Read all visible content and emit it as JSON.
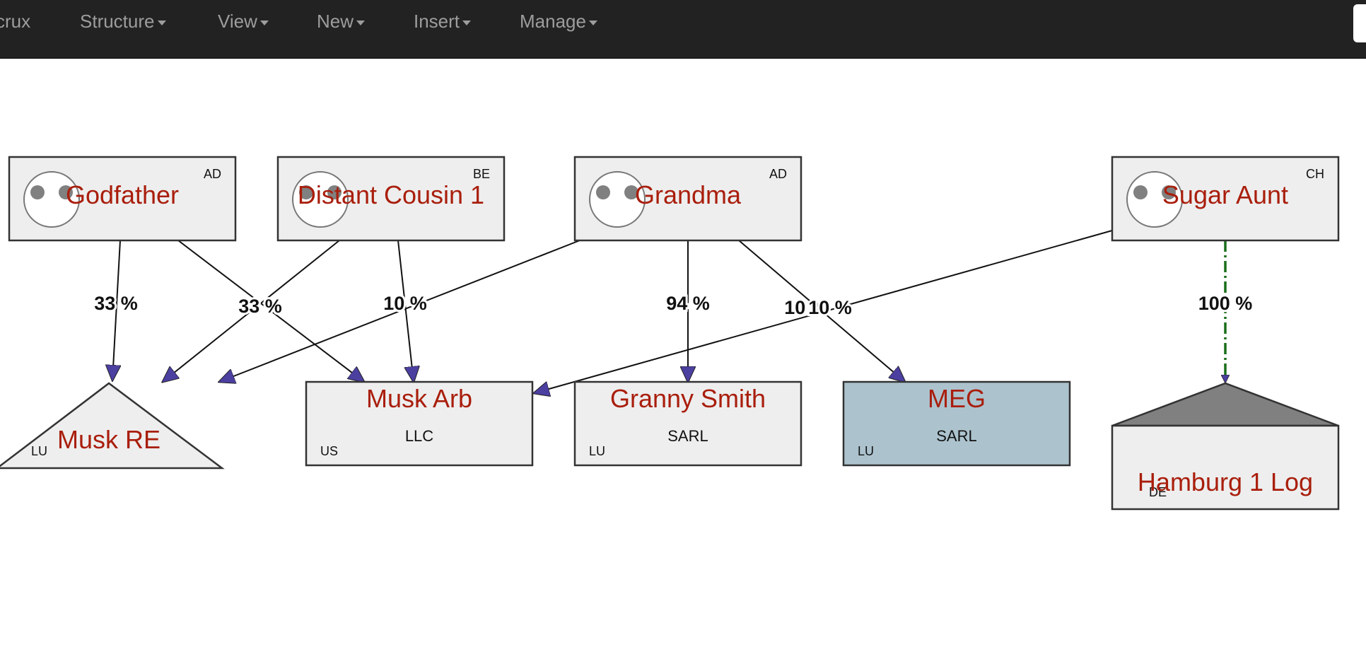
{
  "navbar": {
    "brand": "crux",
    "menus": [
      {
        "id": "structure",
        "label": "Structure"
      },
      {
        "id": "view",
        "label": "View"
      },
      {
        "id": "new",
        "label": "New"
      },
      {
        "id": "insert",
        "label": "Insert"
      },
      {
        "id": "manage",
        "label": "Manage"
      }
    ]
  },
  "diagram": {
    "colors": {
      "node_fill": "#eeeeee",
      "node_border": "#333333",
      "name_text": "#a91e0c",
      "highlight_fill": "#acc3ce",
      "arrow_fill": "#4b3fa0",
      "dashed_edge": "#1a6e1a",
      "trust_roof": "#808080"
    },
    "persons": [
      {
        "id": "godfather",
        "name": "Godfather",
        "country": "AD",
        "icon": "person-icon"
      },
      {
        "id": "distant-cousin-1",
        "name": "Distant Cousin 1",
        "country": "BE",
        "icon": "person-icon"
      },
      {
        "id": "grandma",
        "name": "Grandma",
        "country": "AD",
        "icon": "person-icon"
      },
      {
        "id": "sugar-aunt",
        "name": "Sugar Aunt",
        "country": "CH",
        "icon": "person-icon"
      }
    ],
    "entities": [
      {
        "id": "musk-re",
        "name": "Musk RE",
        "country": "LU",
        "type": "",
        "shape": "triangle"
      },
      {
        "id": "musk-arb",
        "name": "Musk Arb",
        "country": "US",
        "type": "LLC",
        "shape": "rect"
      },
      {
        "id": "granny-smith",
        "name": "Granny Smith",
        "country": "LU",
        "type": "SARL",
        "shape": "rect"
      },
      {
        "id": "meg",
        "name": "MEG",
        "country": "LU",
        "type": "SARL",
        "shape": "rect-highlight"
      },
      {
        "id": "hamburg-1-log",
        "name": "Hamburg 1 Log",
        "country": "DE",
        "type": "",
        "shape": "house"
      }
    ],
    "edges": [
      {
        "from": "godfather",
        "to": "musk-re",
        "label": "33 %",
        "style": "solid"
      },
      {
        "from": "godfather",
        "to": "musk-arb",
        "label": "33 %",
        "style": "solid"
      },
      {
        "from": "distant-cousin-1",
        "to": "musk-re",
        "label": "33 %",
        "style": "solid"
      },
      {
        "from": "distant-cousin-1",
        "to": "musk-arb",
        "label": "10 %",
        "style": "solid"
      },
      {
        "from": "grandma",
        "to": "musk-re",
        "label": "10 %",
        "style": "solid"
      },
      {
        "from": "grandma",
        "to": "granny-smith",
        "label": "94 %",
        "style": "solid"
      },
      {
        "from": "grandma",
        "to": "meg",
        "label": "10 %",
        "style": "solid"
      },
      {
        "from": "sugar-aunt",
        "to": "musk-arb",
        "label": "10 %",
        "style": "solid"
      },
      {
        "from": "sugar-aunt",
        "to": "hamburg-1-log",
        "label": "100 %",
        "style": "dashed"
      }
    ]
  }
}
